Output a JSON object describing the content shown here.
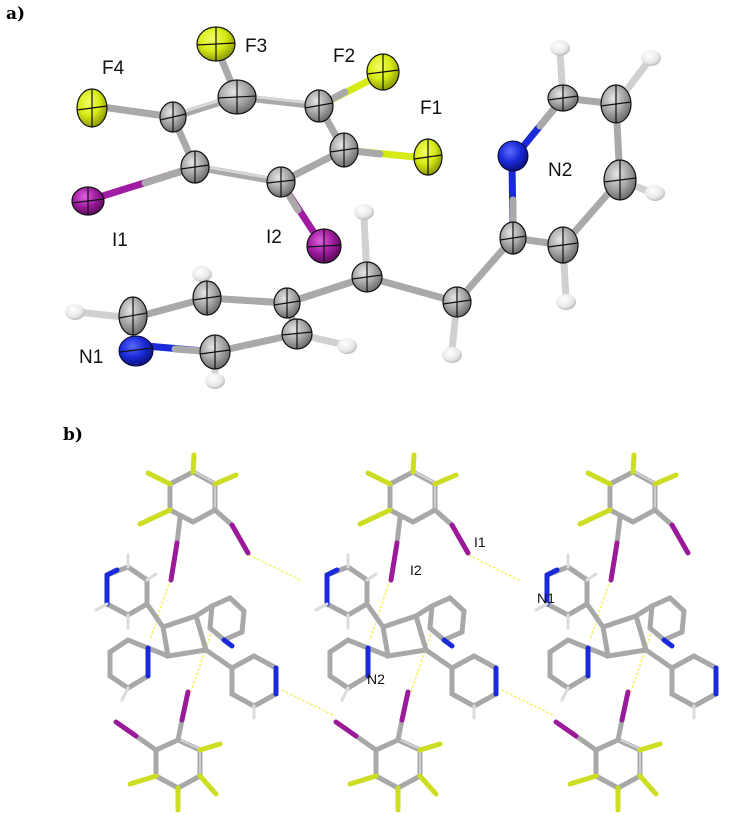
{
  "figure": {
    "panel_a": {
      "label": "a)",
      "atom_labels": {
        "F1": "F1",
        "F2": "F2",
        "F3": "F3",
        "F4": "F4",
        "I1": "I1",
        "I2": "I2",
        "N1": "N1",
        "N2": "N2"
      },
      "description": "ORTEP view of the asymmetric unit: tetrafluorodiiodobenzene and a bis(pyridyl)ethylene molecule"
    },
    "panel_b": {
      "label": "b)",
      "atom_labels": {
        "I1": "I1",
        "I2": "I2",
        "N1": "N1",
        "N2": "N2"
      },
      "description": "Crystal packing showing I···N halogen bonds (yellow dashed lines)",
      "repeat_units": 3
    },
    "colors": {
      "carbon": "#a9a9a9",
      "fluorine": "#d4e81a",
      "iodine": "#9a1a9a",
      "nitrogen": "#1a2ad8",
      "hydrogen": "#eeeeee",
      "halogen_bond": "#f2ef3a"
    }
  }
}
